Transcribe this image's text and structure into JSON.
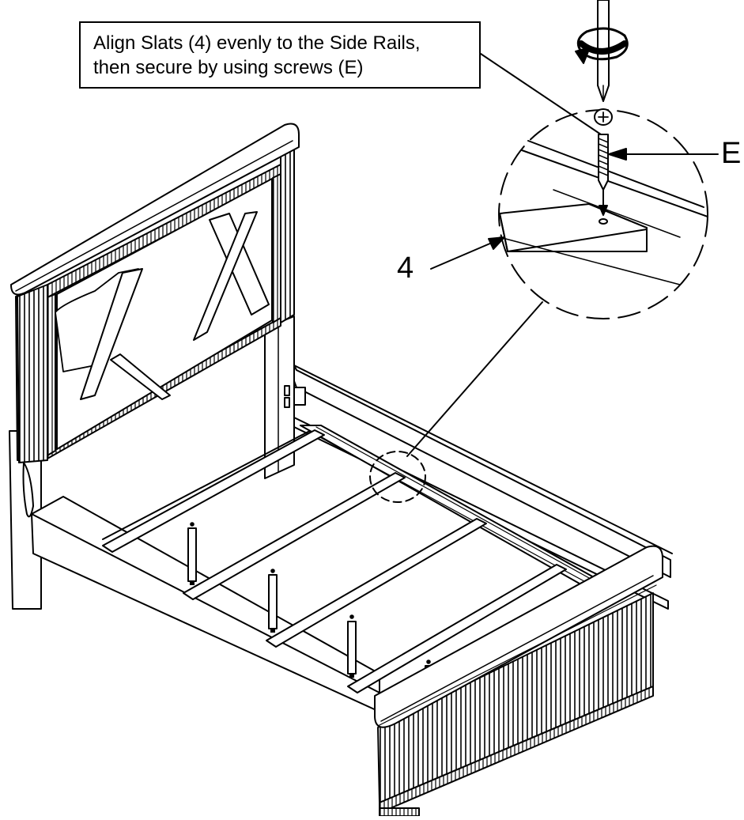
{
  "instruction": {
    "line1": "Align Slats (4) evenly to the Side Rails,",
    "line2": "then secure by using screws (E)"
  },
  "labels": {
    "screw": "E",
    "slat": "4"
  }
}
